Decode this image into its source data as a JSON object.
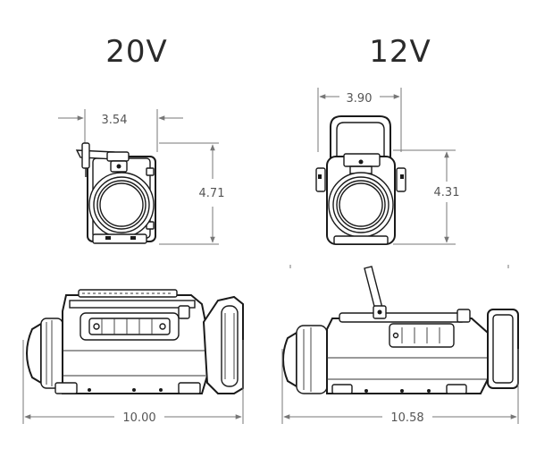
{
  "titles": {
    "left": "20V",
    "right": "12V"
  },
  "dimensions": {
    "v20_width": "3.54",
    "v20_height": "4.71",
    "v20_length": "10.00",
    "v12_width": "3.90",
    "v12_height": "4.31",
    "v12_length": "10.58"
  }
}
